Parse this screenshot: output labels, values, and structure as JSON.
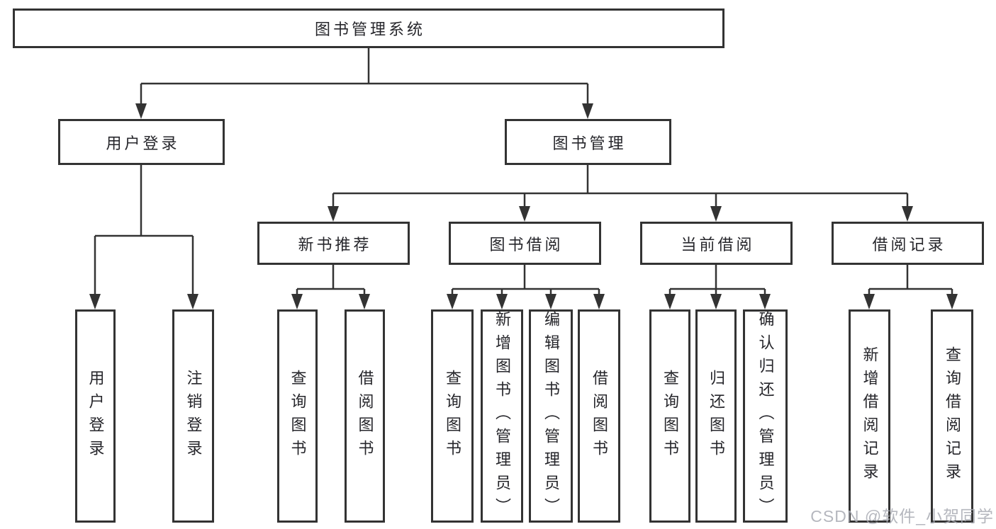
{
  "nodes": {
    "root": "图书管理系统",
    "user_login": "用户登录",
    "book_management": "图书管理",
    "new_book_recommend": "新书推荐",
    "book_borrowing": "图书借阅",
    "current_borrowing": "当前借阅",
    "borrowing_records": "借阅记录",
    "leaves": {
      "user_login": [
        "用户登录",
        "注销登录"
      ],
      "new_book_recommend": [
        "查询图书",
        "借阅图书"
      ],
      "book_borrowing": [
        "查询图书",
        "新增图书（管理员）",
        "编辑图书（管理员）",
        "借阅图书"
      ],
      "current_borrowing": [
        "查询图书",
        "归还图书",
        "确认归还（管理员）"
      ],
      "borrowing_records": [
        "新增借阅记录",
        "查询借阅记录"
      ]
    }
  },
  "watermark": "CSDN @软件_小贺同学",
  "colors": {
    "line": "#333333",
    "box_border": "#333333",
    "text": "#26262b",
    "background": "#ffffff",
    "watermark": "#a8aab3"
  }
}
